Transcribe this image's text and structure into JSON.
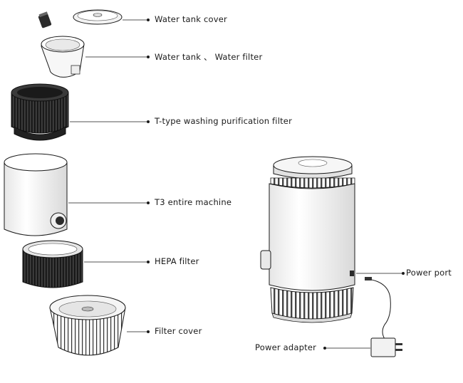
{
  "labels": {
    "water_tank_cover": "Water tank cover",
    "water_tank_filter": "Water tank 、 Water filter",
    "washing_filter": "T-type washing purification filter",
    "machine": "T3 entire machine",
    "hepa": "HEPA filter",
    "filter_cover": "Filter cover",
    "power_port": "Power port",
    "power_adapter": "Power adapter"
  },
  "colors": {
    "line": "#1a1a1a",
    "dark_filter": "#2b2b2b",
    "body_light": "#f4f4f4",
    "body_shadow": "#cfcfcf"
  }
}
